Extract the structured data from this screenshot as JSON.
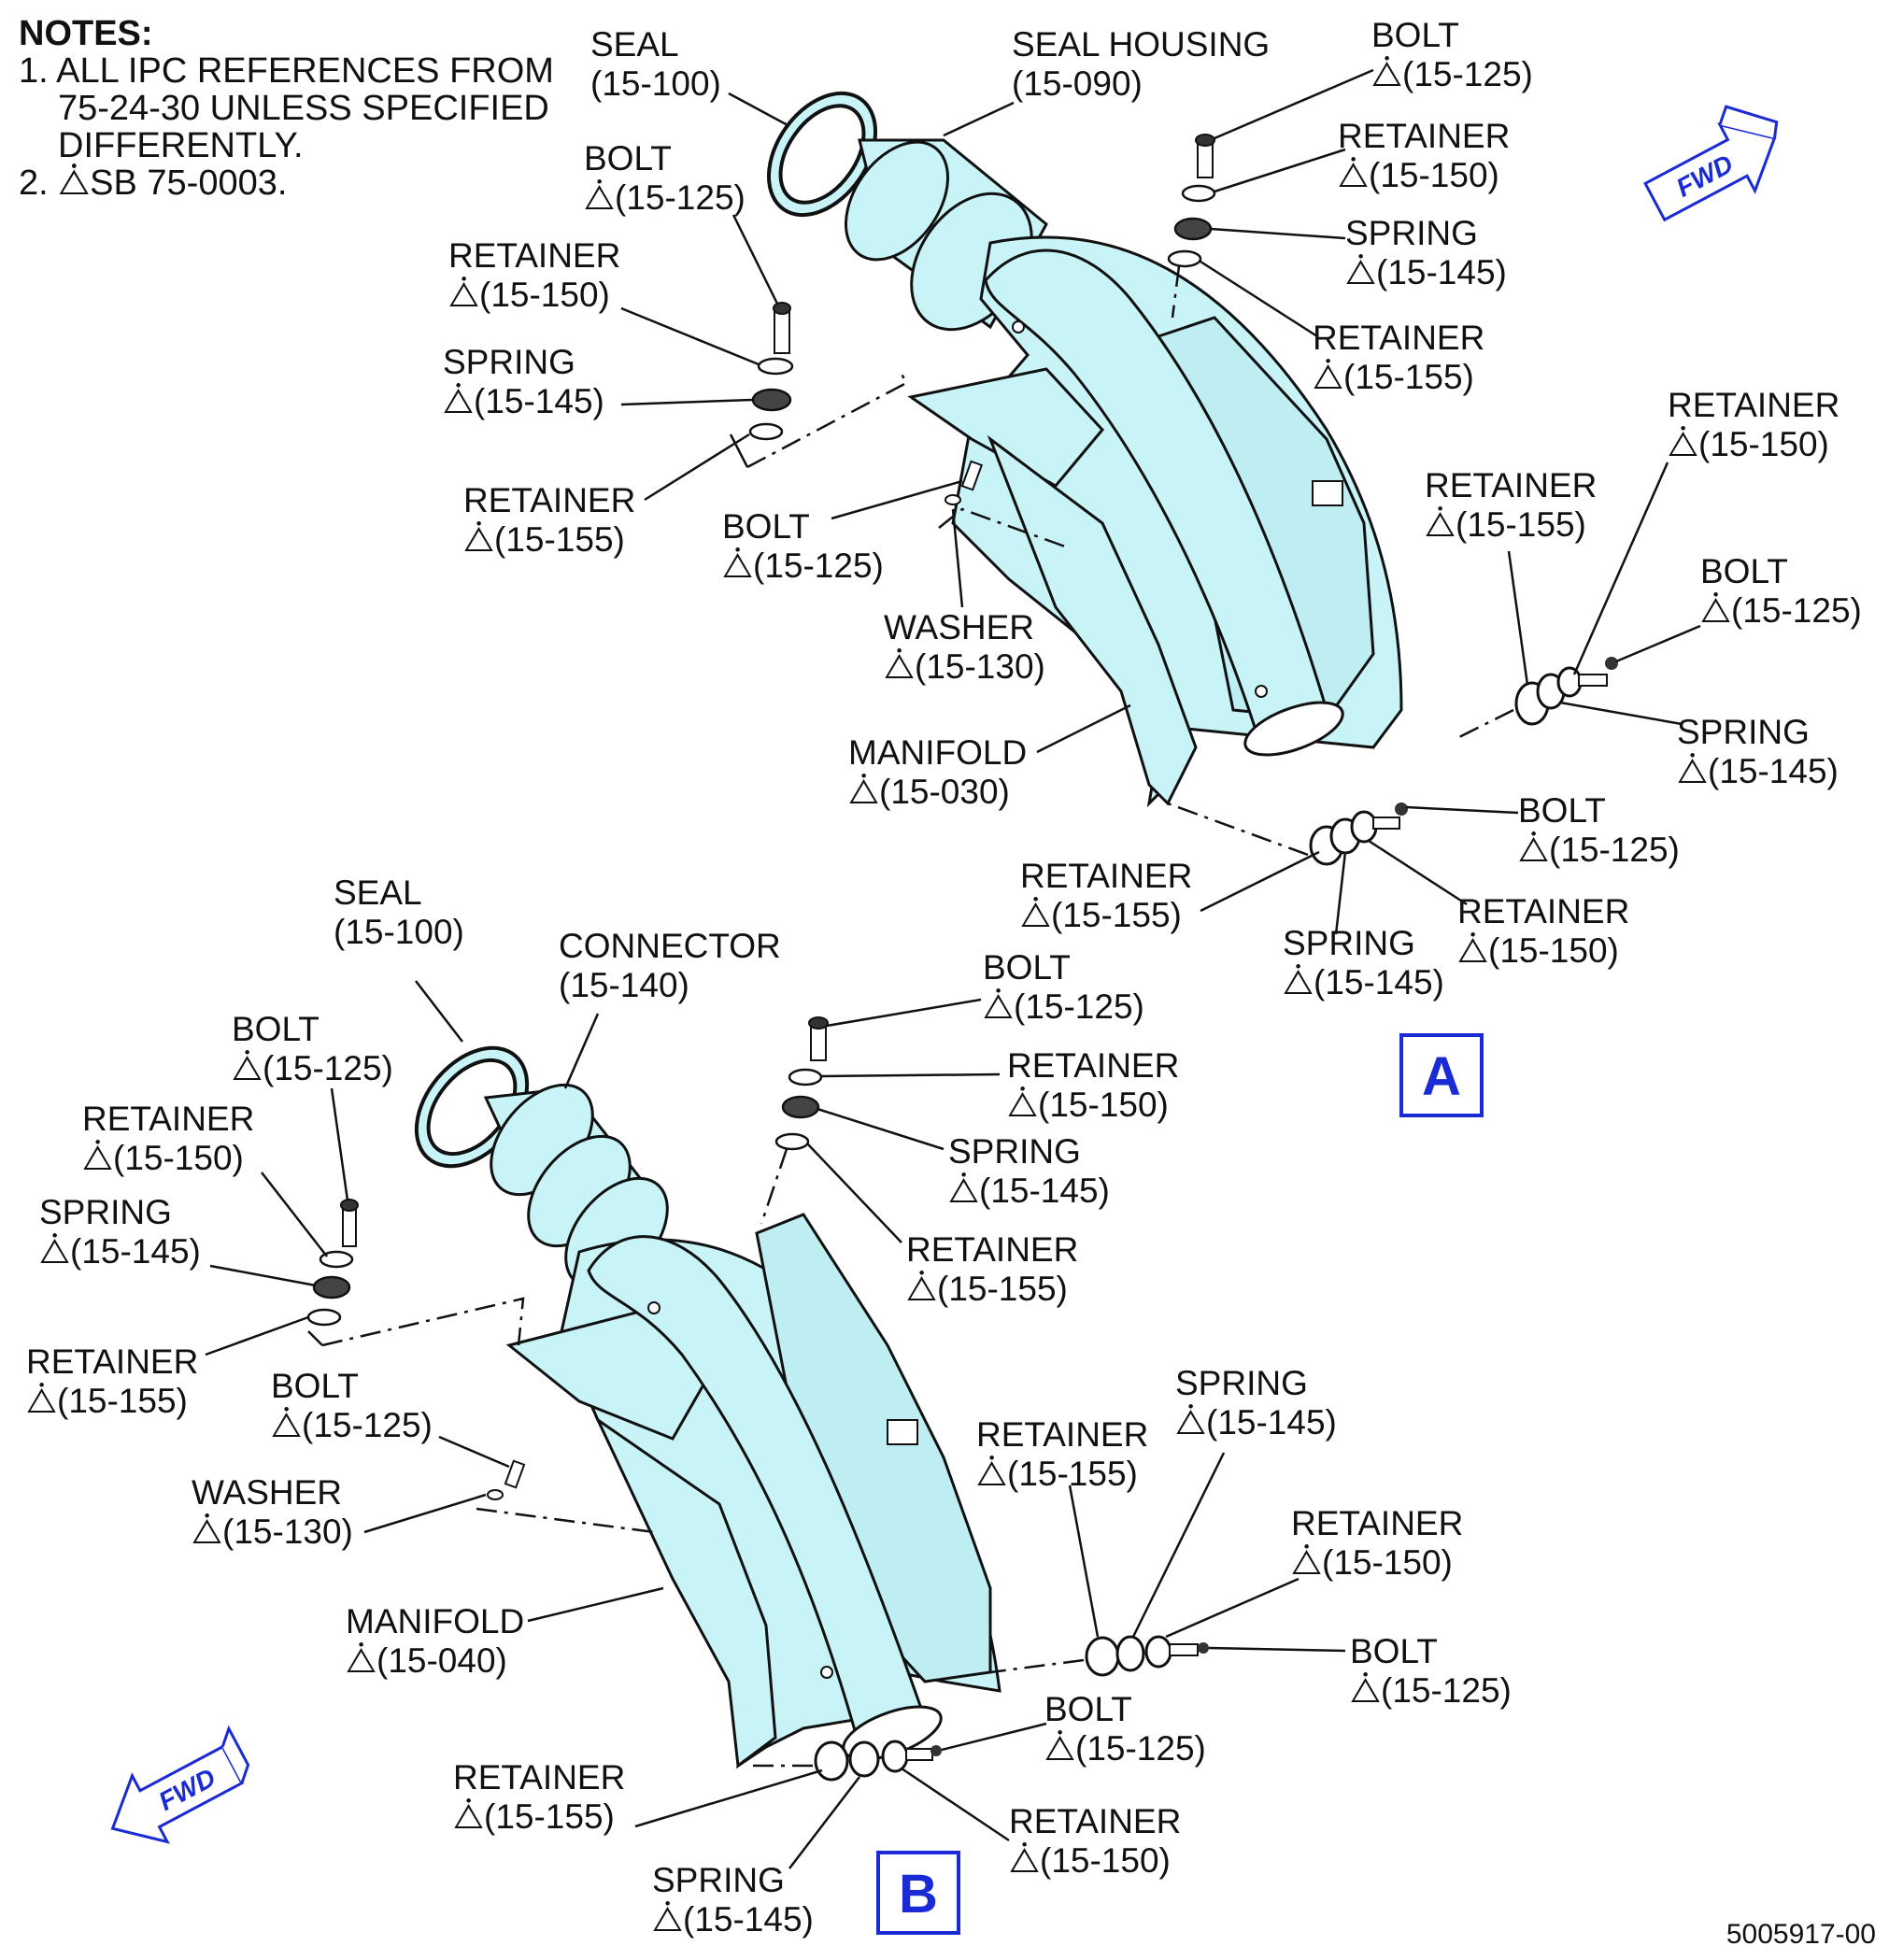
{
  "notes": {
    "heading": "NOTES:",
    "line1": "1. ALL IPC REFERENCES FROM",
    "line2": "75-24-30 UNLESS SPECIFIED",
    "line3": "DIFFERENTLY.",
    "line4": "2. ⧊SB 75-0003."
  },
  "view_a": {
    "label": "A",
    "fwd": "FWD",
    "callouts": [
      {
        "name": "SEAL",
        "ref": "(15-100)"
      },
      {
        "name": "SEAL HOUSING",
        "ref": "(15-090)"
      },
      {
        "name": "BOLT",
        "ref": "⧊(15-125)"
      },
      {
        "name": "RETAINER",
        "ref": "⧊(15-150)"
      },
      {
        "name": "SPRING",
        "ref": "⧊(15-145)"
      },
      {
        "name": "RETAINER",
        "ref": "⧊(15-155)"
      },
      {
        "name": "BOLT",
        "ref": "⧊(15-125)"
      },
      {
        "name": "RETAINER",
        "ref": "⧊(15-150)"
      },
      {
        "name": "SPRING",
        "ref": "⧊(15-145)"
      },
      {
        "name": "RETAINER",
        "ref": "⧊(15-155)"
      },
      {
        "name": "BOLT",
        "ref": "⧊(15-125)"
      },
      {
        "name": "WASHER",
        "ref": "⧊(15-130)"
      },
      {
        "name": "MANIFOLD",
        "ref": "⧊(15-030)"
      },
      {
        "name": "RETAINER",
        "ref": "⧊(15-150)"
      },
      {
        "name": "RETAINER",
        "ref": "⧊(15-155)"
      },
      {
        "name": "BOLT",
        "ref": "⧊(15-125)"
      },
      {
        "name": "SPRING",
        "ref": "⧊(15-145)"
      },
      {
        "name": "BOLT",
        "ref": "⧊(15-125)"
      },
      {
        "name": "RETAINER",
        "ref": "⧊(15-155)"
      },
      {
        "name": "RETAINER",
        "ref": "⧊(15-150)"
      },
      {
        "name": "SPRING",
        "ref": "⧊(15-145)"
      }
    ]
  },
  "view_b": {
    "label": "B",
    "fwd": "FWD",
    "callouts": [
      {
        "name": "SEAL",
        "ref": "(15-100)"
      },
      {
        "name": "CONNECTOR",
        "ref": "(15-140)"
      },
      {
        "name": "BOLT",
        "ref": "⧊(15-125)"
      },
      {
        "name": "RETAINER",
        "ref": "⧊(15-150)"
      },
      {
        "name": "SPRING",
        "ref": "⧊(15-145)"
      },
      {
        "name": "RETAINER",
        "ref": "⧊(15-155)"
      },
      {
        "name": "BOLT",
        "ref": "⧊(15-125)"
      },
      {
        "name": "WASHER",
        "ref": "⧊(15-130)"
      },
      {
        "name": "MANIFOLD",
        "ref": "⧊(15-040)"
      },
      {
        "name": "BOLT",
        "ref": "⧊(15-125)"
      },
      {
        "name": "RETAINER",
        "ref": "⧊(15-150)"
      },
      {
        "name": "SPRING",
        "ref": "⧊(15-145)"
      },
      {
        "name": "RETAINER",
        "ref": "⧊(15-155)"
      },
      {
        "name": "SPRING",
        "ref": "⧊(15-145)"
      },
      {
        "name": "RETAINER",
        "ref": "⧊(15-155)"
      },
      {
        "name": "RETAINER",
        "ref": "⧊(15-150)"
      },
      {
        "name": "BOLT",
        "ref": "⧊(15-125)"
      },
      {
        "name": "BOLT",
        "ref": "⧊(15-125)"
      },
      {
        "name": "RETAINER",
        "ref": "⧊(15-155)"
      },
      {
        "name": "RETAINER",
        "ref": "⧊(15-150)"
      },
      {
        "name": "SPRING",
        "ref": "⧊(15-145)"
      }
    ]
  },
  "drawing_number": "5005917-00",
  "colors": {
    "part_fill": "#c8f4f8",
    "view_label": "#1a2bd6"
  }
}
